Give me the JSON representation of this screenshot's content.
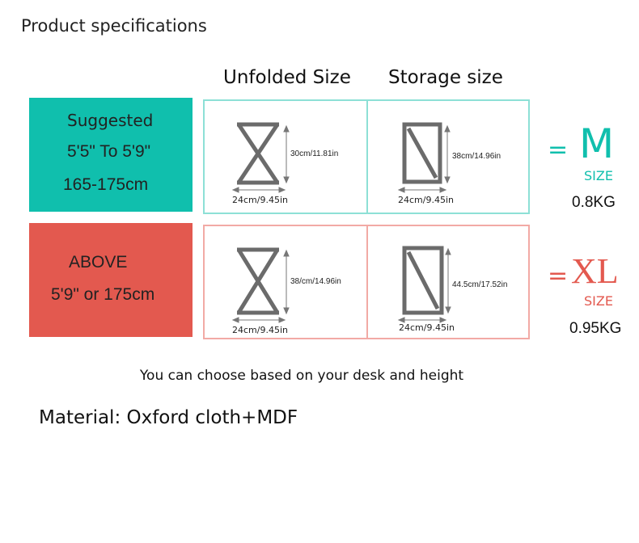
{
  "title": "Product specifications",
  "columns": {
    "unfolded": "Unfolded Size",
    "storage": "Storage size"
  },
  "colors": {
    "teal": "#10bfad",
    "red": "#e3594f",
    "teal_border": "#8de0d6",
    "red_border": "#f2aaa5"
  },
  "rows": [
    {
      "label_lines": [
        "Suggested",
        "5'5\" To 5'9\"",
        "165-175cm"
      ],
      "unfolded_height": "30cm/11.81in",
      "unfolded_width": "24cm/9.45in",
      "storage_height": "38cm/14.96in",
      "storage_width": "24cm/9.45in",
      "equals": "=",
      "size_letter": "M",
      "size_word": "SIZE",
      "weight": "0.8KG"
    },
    {
      "label_lines": [
        "ABOVE",
        "5'9\" or 175cm"
      ],
      "unfolded_height": "38/cm/14.96in",
      "unfolded_width": "24cm/9.45in",
      "storage_height": "44.5cm/17.52in",
      "storage_width": "24cm/9.45in",
      "equals": "=",
      "size_letter": "XL",
      "size_word": "SIZE",
      "weight": "0.95KG"
    }
  ],
  "note": "You can choose based on your desk and height",
  "material": "Material: Oxford cloth+MDF",
  "icons": [
    "hourglass-frame-icon",
    "folded-frame-icon",
    "vertical-dimension-arrow-icon",
    "horizontal-dimension-arrow-icon"
  ]
}
